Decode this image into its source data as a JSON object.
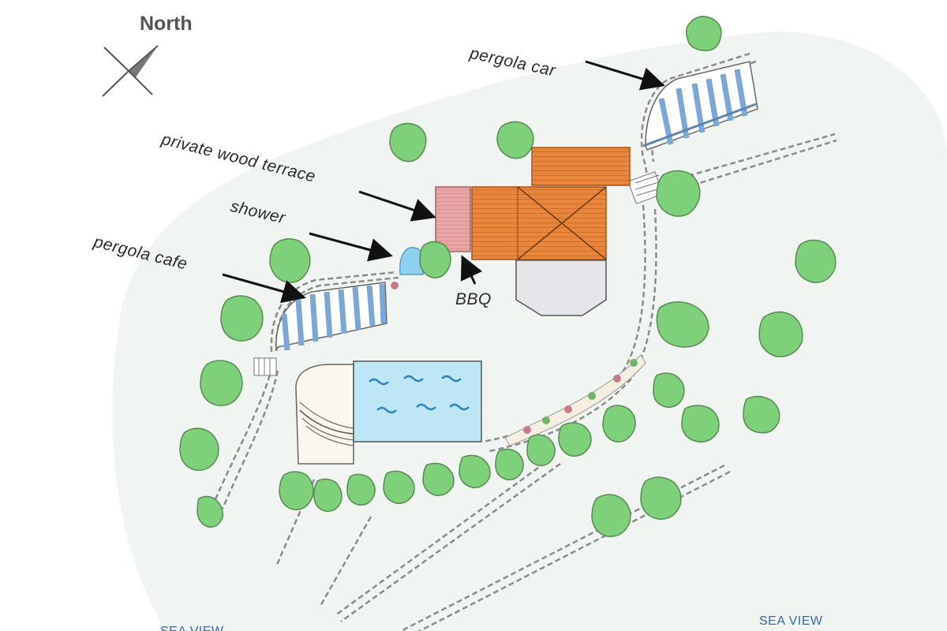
{
  "map": {
    "compass_label": "North",
    "labels": {
      "pergola_car": "pergola car",
      "private_wood_terrace": "private wood terrace",
      "shower": "shower",
      "pergola_cafe": "pergola cafe",
      "bbq": "BBQ"
    },
    "sea_view_labels": [
      "SEA VIEW",
      "SEA VIEW"
    ],
    "colors": {
      "tree": "#7fd07a",
      "tree_outline": "#5a8a55",
      "pergola": "#7aa7d6",
      "wood_terrace": "#e8863a",
      "private_terrace": "#e79a9a",
      "pool": "#aadcf0",
      "path": "#9a9a9a",
      "sea_view_text": "#3567a8"
    }
  }
}
